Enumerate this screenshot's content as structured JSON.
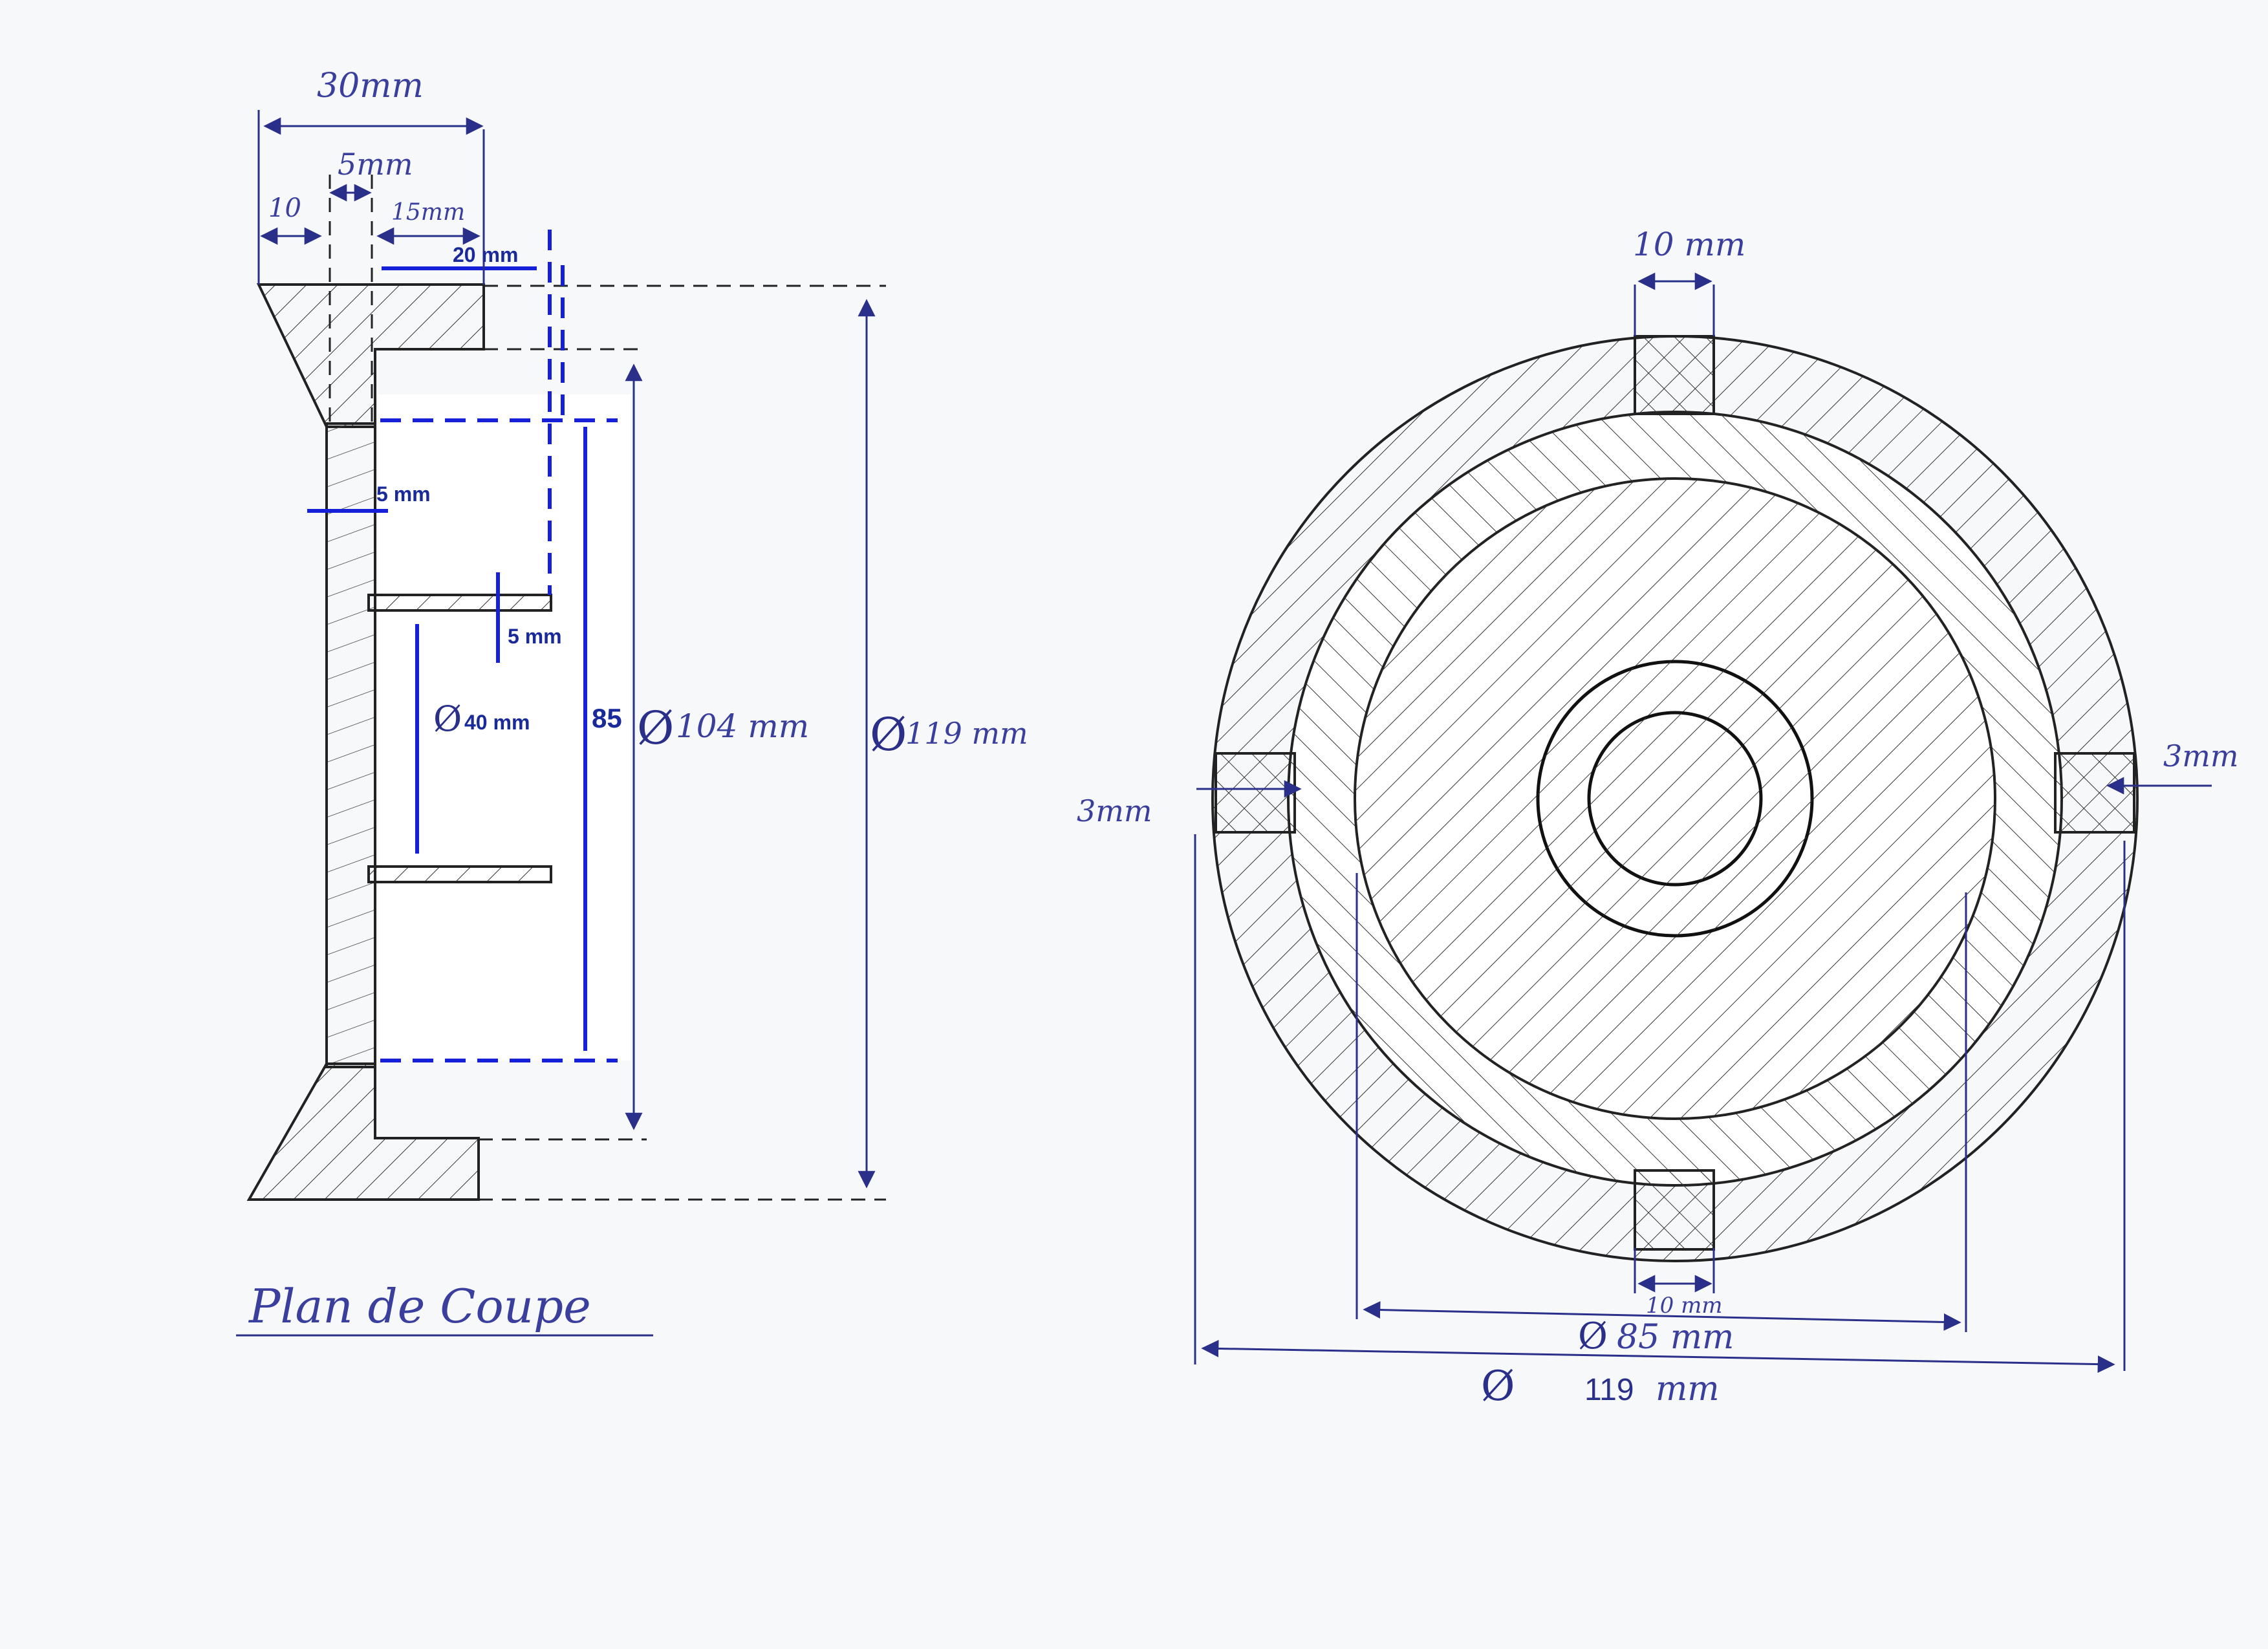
{
  "colors": {
    "paper": "#f7f8fa",
    "pencil": "#222222",
    "ink": "#2a2f8a",
    "marker": "#1520d8"
  },
  "section_view": {
    "title": "Plan de Coupe",
    "dim_total_width": "30mm",
    "dim_wall": "5mm",
    "dim_left": "10",
    "dim_right": "15mm",
    "dim_shelf_top": "20 mm",
    "dim_web": "5 mm",
    "dim_shelf": "5 mm",
    "dim_hub": "40 mm",
    "dim_height": "85",
    "dim_inner_dia": "104 mm",
    "dim_outer_dia": "119 mm"
  },
  "front_view": {
    "dim_top_key": "10 mm",
    "dim_bottom_key": "10 mm",
    "dim_right_gap": "3mm",
    "dim_left_gap": "3mm",
    "dim_inner_dia": "85 mm",
    "dim_outer_dia": "119",
    "dim_outer_unit": "mm"
  }
}
